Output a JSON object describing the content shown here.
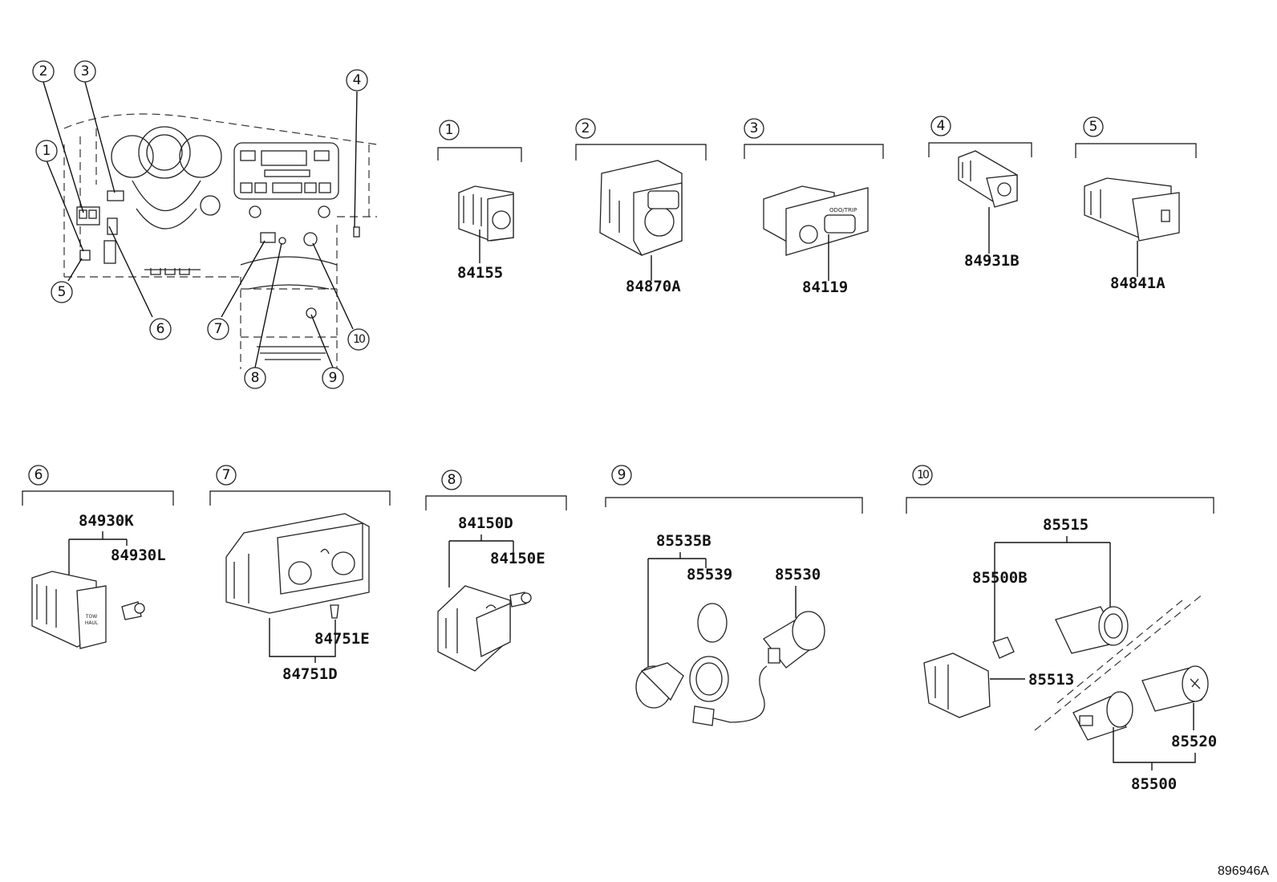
{
  "diagram": {
    "reference_code": "896946A",
    "callouts": [
      "1",
      "2",
      "3",
      "4",
      "5",
      "6",
      "7",
      "8",
      "9",
      "10"
    ],
    "groups": {
      "g1": {
        "callout": "1",
        "parts": [
          "84155"
        ]
      },
      "g2": {
        "callout": "2",
        "parts": [
          "84870A"
        ]
      },
      "g3": {
        "callout": "3",
        "parts": [
          "84119"
        ]
      },
      "g4": {
        "callout": "4",
        "parts": [
          "84931B"
        ]
      },
      "g5": {
        "callout": "5",
        "parts": [
          "84841A"
        ]
      },
      "g6": {
        "callout": "6",
        "parts": [
          "84930K",
          "84930L"
        ]
      },
      "g7": {
        "callout": "7",
        "parts": [
          "84751E",
          "84751D"
        ]
      },
      "g8": {
        "callout": "8",
        "parts": [
          "84150D",
          "84150E"
        ]
      },
      "g9": {
        "callout": "9",
        "parts": [
          "85535B",
          "85539",
          "85530"
        ]
      },
      "g10": {
        "callout": "10",
        "parts": [
          "85515",
          "85500B",
          "85513",
          "85520",
          "85500"
        ]
      }
    }
  }
}
